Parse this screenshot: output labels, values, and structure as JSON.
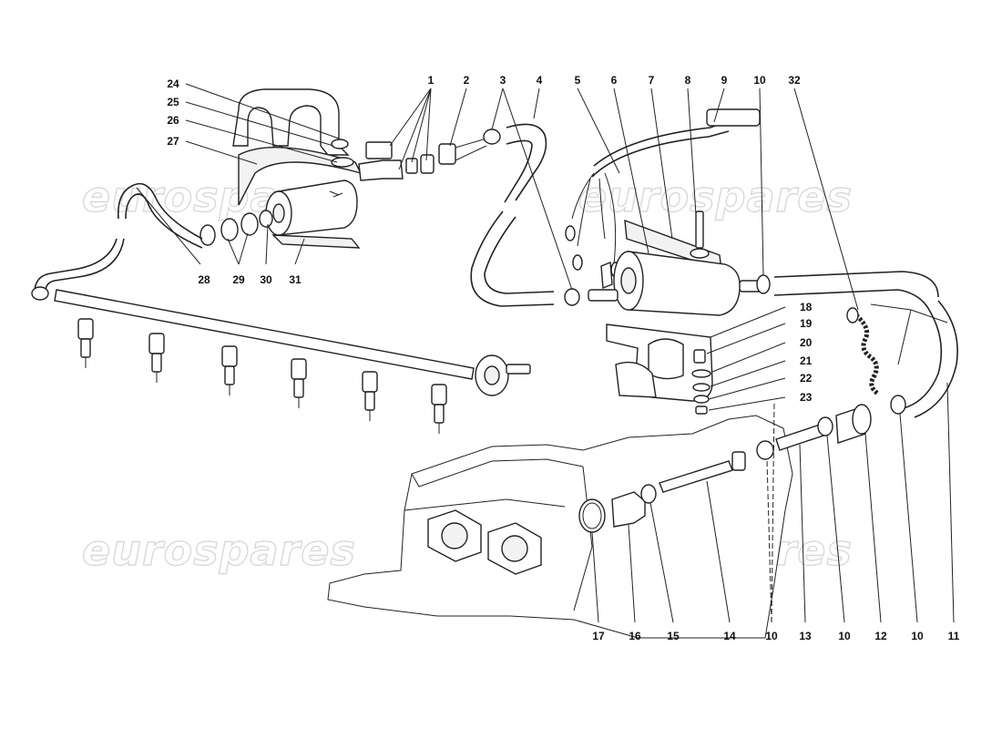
{
  "watermark": {
    "text": "eurospares",
    "color": "#d9d9d9"
  },
  "diagram": {
    "line_color": "#222222",
    "callouts": {
      "c1": "1",
      "c2": "2",
      "c3": "3",
      "c4": "4",
      "c5": "5",
      "c6": "6",
      "c7": "7",
      "c8": "8",
      "c9": "9",
      "c10a": "10",
      "c32": "32",
      "c24": "24",
      "c25": "25",
      "c26": "26",
      "c27": "27",
      "c28": "28",
      "c29": "29",
      "c30": "30",
      "c31": "31",
      "c18": "18",
      "c19": "19",
      "c20": "20",
      "c21": "21",
      "c22": "22",
      "c23": "23",
      "c17": "17",
      "c16": "16",
      "c15": "15",
      "c14": "14",
      "c10b": "10",
      "c13": "13",
      "c10c": "10",
      "c12": "12",
      "c10d": "10",
      "c11": "11"
    }
  }
}
